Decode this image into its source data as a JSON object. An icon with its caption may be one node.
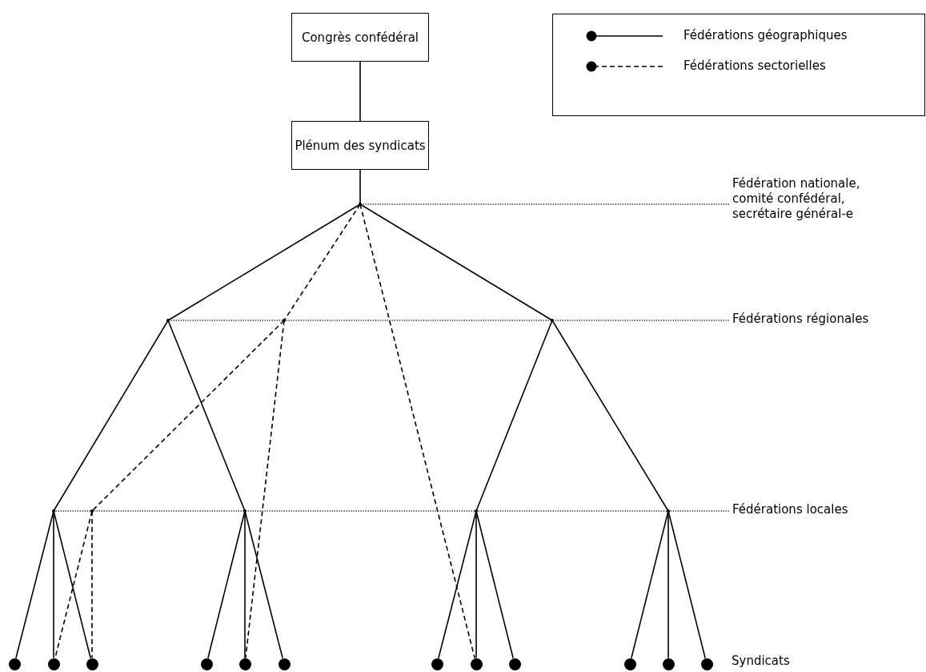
{
  "diagram": {
    "nodes": [
      {
        "text": [
          "Congrès confédéral"
        ]
      },
      {
        "text": [
          "Plénum des syndicats"
        ]
      },
      {
        "text": [],
        "shape": "point"
      },
      {
        "text": [],
        "shape": "point"
      },
      {
        "text": [],
        "shape": "point"
      },
      {
        "text": [],
        "shape": "point"
      },
      {
        "text": [],
        "shape": "point"
      },
      {
        "text": [],
        "shape": "point"
      },
      {
        "text": [],
        "shape": "point"
      },
      {
        "text": [],
        "shape": "point"
      },
      {
        "text": [],
        "shape": "point"
      },
      {
        "text": [],
        "shape": "circle"
      },
      {
        "text": [],
        "shape": "circle"
      },
      {
        "text": [],
        "shape": "circle"
      },
      {
        "text": [],
        "shape": "circle"
      },
      {
        "text": [],
        "shape": "circle"
      },
      {
        "text": [],
        "shape": "circle"
      },
      {
        "text": [],
        "shape": "circle"
      },
      {
        "text": [],
        "shape": "circle"
      },
      {
        "text": [],
        "shape": "circle"
      },
      {
        "text": [],
        "shape": "circle"
      },
      {
        "text": [],
        "shape": "circle"
      },
      {
        "text": [],
        "shape": "circle"
      },
      {
        "text": [
          "Fédération nationale, comité confédéral, secrétaire général-e"
        ]
      },
      {
        "text": [
          "Fédérations régionales"
        ]
      },
      {
        "text": [
          "Fédérations locales"
        ]
      }
    ],
    "edges": [
      {
        "from": 0,
        "to": 1,
        "arrow": "none"
      },
      {
        "from": 1,
        "to": 2,
        "arrow": "none"
      },
      {
        "from": 2,
        "to": 3,
        "arrow": "none"
      },
      {
        "from": 2,
        "to": 5,
        "arrow": "none"
      },
      {
        "from": 2,
        "to": 4,
        "arrow": "none",
        "style": "dashed"
      },
      {
        "from": 2,
        "to": 18,
        "arrow": "none",
        "style": "dashed"
      },
      {
        "from": 3,
        "to": 6,
        "arrow": "none"
      },
      {
        "from": 3,
        "to": 8,
        "arrow": "none"
      },
      {
        "from": 5,
        "to": 9,
        "arrow": "none"
      },
      {
        "from": 5,
        "to": 10,
        "arrow": "none"
      },
      {
        "from": 4,
        "to": 7,
        "arrow": "none",
        "style": "dashed"
      },
      {
        "from": 4,
        "to": 15,
        "arrow": "none",
        "style": "dashed"
      },
      {
        "from": 7,
        "to": 12,
        "arrow": "none",
        "style": "dashed"
      },
      {
        "from": 7,
        "to": 13,
        "arrow": "none",
        "style": "dashed"
      },
      {
        "from": 6,
        "to": 11,
        "arrow": "none"
      },
      {
        "from": 6,
        "to": 12,
        "arrow": "none"
      },
      {
        "from": 6,
        "to": 13,
        "arrow": "none"
      },
      {
        "from": 8,
        "to": 14,
        "arrow": "none"
      },
      {
        "from": 8,
        "to": 15,
        "arrow": "none"
      },
      {
        "from": 8,
        "to": 16,
        "arrow": "none"
      },
      {
        "from": 9,
        "to": 17,
        "arrow": "none"
      },
      {
        "from": 9,
        "to": 18,
        "arrow": "none"
      },
      {
        "from": 9,
        "to": 19,
        "arrow": "none"
      },
      {
        "from": 10,
        "to": 20,
        "arrow": "none"
      },
      {
        "from": 10,
        "to": 21,
        "arrow": "none"
      },
      {
        "from": 10,
        "to": 22,
        "arrow": "none"
      },
      {
        "from": 23,
        "to": 2,
        "arrow": "none",
        "style": "dashed",
        "color": "#444444"
      },
      {
        "from": 24,
        "to": 3,
        "arrow": "none",
        "style": "dashed",
        "color": "#444444"
      },
      {
        "from": 25,
        "to": 6,
        "arrow": "none",
        "style": "dashed",
        "color": "#444444"
      }
    ],
    "labels": [
      "Syndicats"
    ],
    "legend": [
      {
        "text": "Fédérations géographiques"
      },
      {
        "text": "Fédérations sectorielles"
      }
    ]
  }
}
